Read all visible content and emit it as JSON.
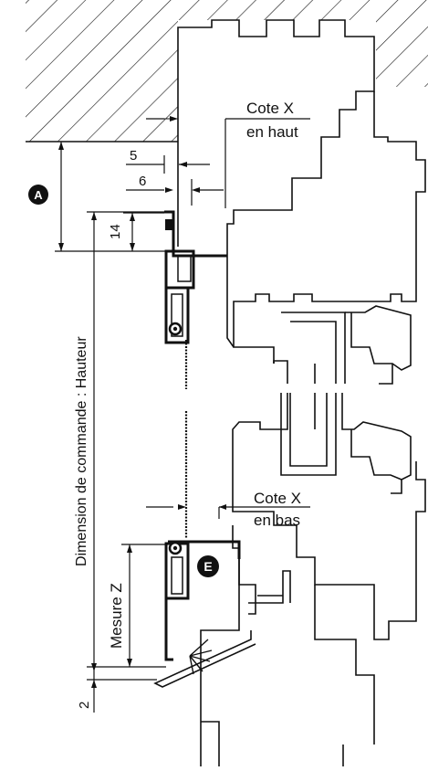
{
  "labels": {
    "cote_x_top_line1": "Cote X",
    "cote_x_top_line2": "en haut",
    "cote_x_bottom_line1": "Cote X",
    "cote_x_bottom_line2": "en bas",
    "dim_5": "5",
    "dim_6": "6",
    "dim_14": "14",
    "dim_2": "2",
    "callout_a": "A",
    "callout_e": "E",
    "vertical_height": "Dimension de commande : Hauteur",
    "vertical_mesure_z": "Mesure Z"
  },
  "colors": {
    "line": "#111111",
    "callout_bg": "#111111",
    "callout_text": "#ffffff"
  }
}
